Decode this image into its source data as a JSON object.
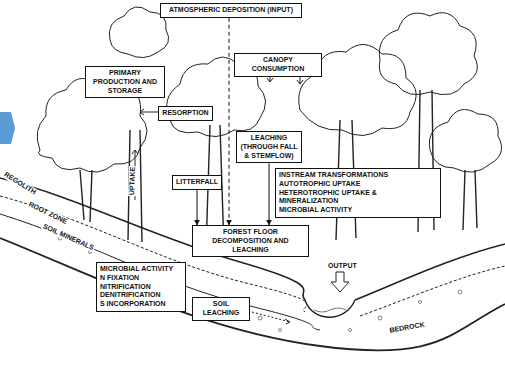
{
  "diagram": {
    "nodes": [
      {
        "text": [
          "ATMOSPHERIC DEPOSITION (INPUT)"
        ]
      },
      {
        "text": [
          "PRIMARY PRODUCTION AND STORAGE"
        ]
      },
      {
        "text": [
          "CANOPY CONSUMPTION"
        ]
      },
      {
        "text": [
          "RESORPTION"
        ]
      },
      {
        "text": [
          "LEACHING (THROUGH FALL & STEMFLOW)"
        ]
      },
      {
        "text": [
          "LITTERFALL"
        ]
      },
      {
        "text": [
          "INSTREAM TRANSFORMATIONS",
          "AUTOTROPHIC UPTAKE",
          "HETEROTROPHIC UPTAKE & MINERALIZATION",
          "MICROBIAL ACTIVITY"
        ]
      },
      {
        "text": [
          "FOREST FLOOR DECOMPOSITION AND LEACHING"
        ]
      },
      {
        "text": [
          "MICROBIAL ACTIVITY",
          "N FIXATION",
          "NITRIFICATION",
          "DENITRIFICATION",
          "S INCORPORATION"
        ]
      },
      {
        "text": [
          "SOIL LEACHING"
        ]
      }
    ],
    "edges": [
      {
        "from": 0,
        "to": 7,
        "arrow": "to"
      },
      {
        "from": 5,
        "to": 7,
        "arrow": "to"
      },
      {
        "from": 4,
        "to": 7,
        "arrow": "to"
      }
    ],
    "labels": [
      "REGOLITH",
      "ROOT ZONE",
      "SOIL MINERALS",
      "UPTAKE",
      "OUTPUT",
      "BEDROCK"
    ]
  }
}
